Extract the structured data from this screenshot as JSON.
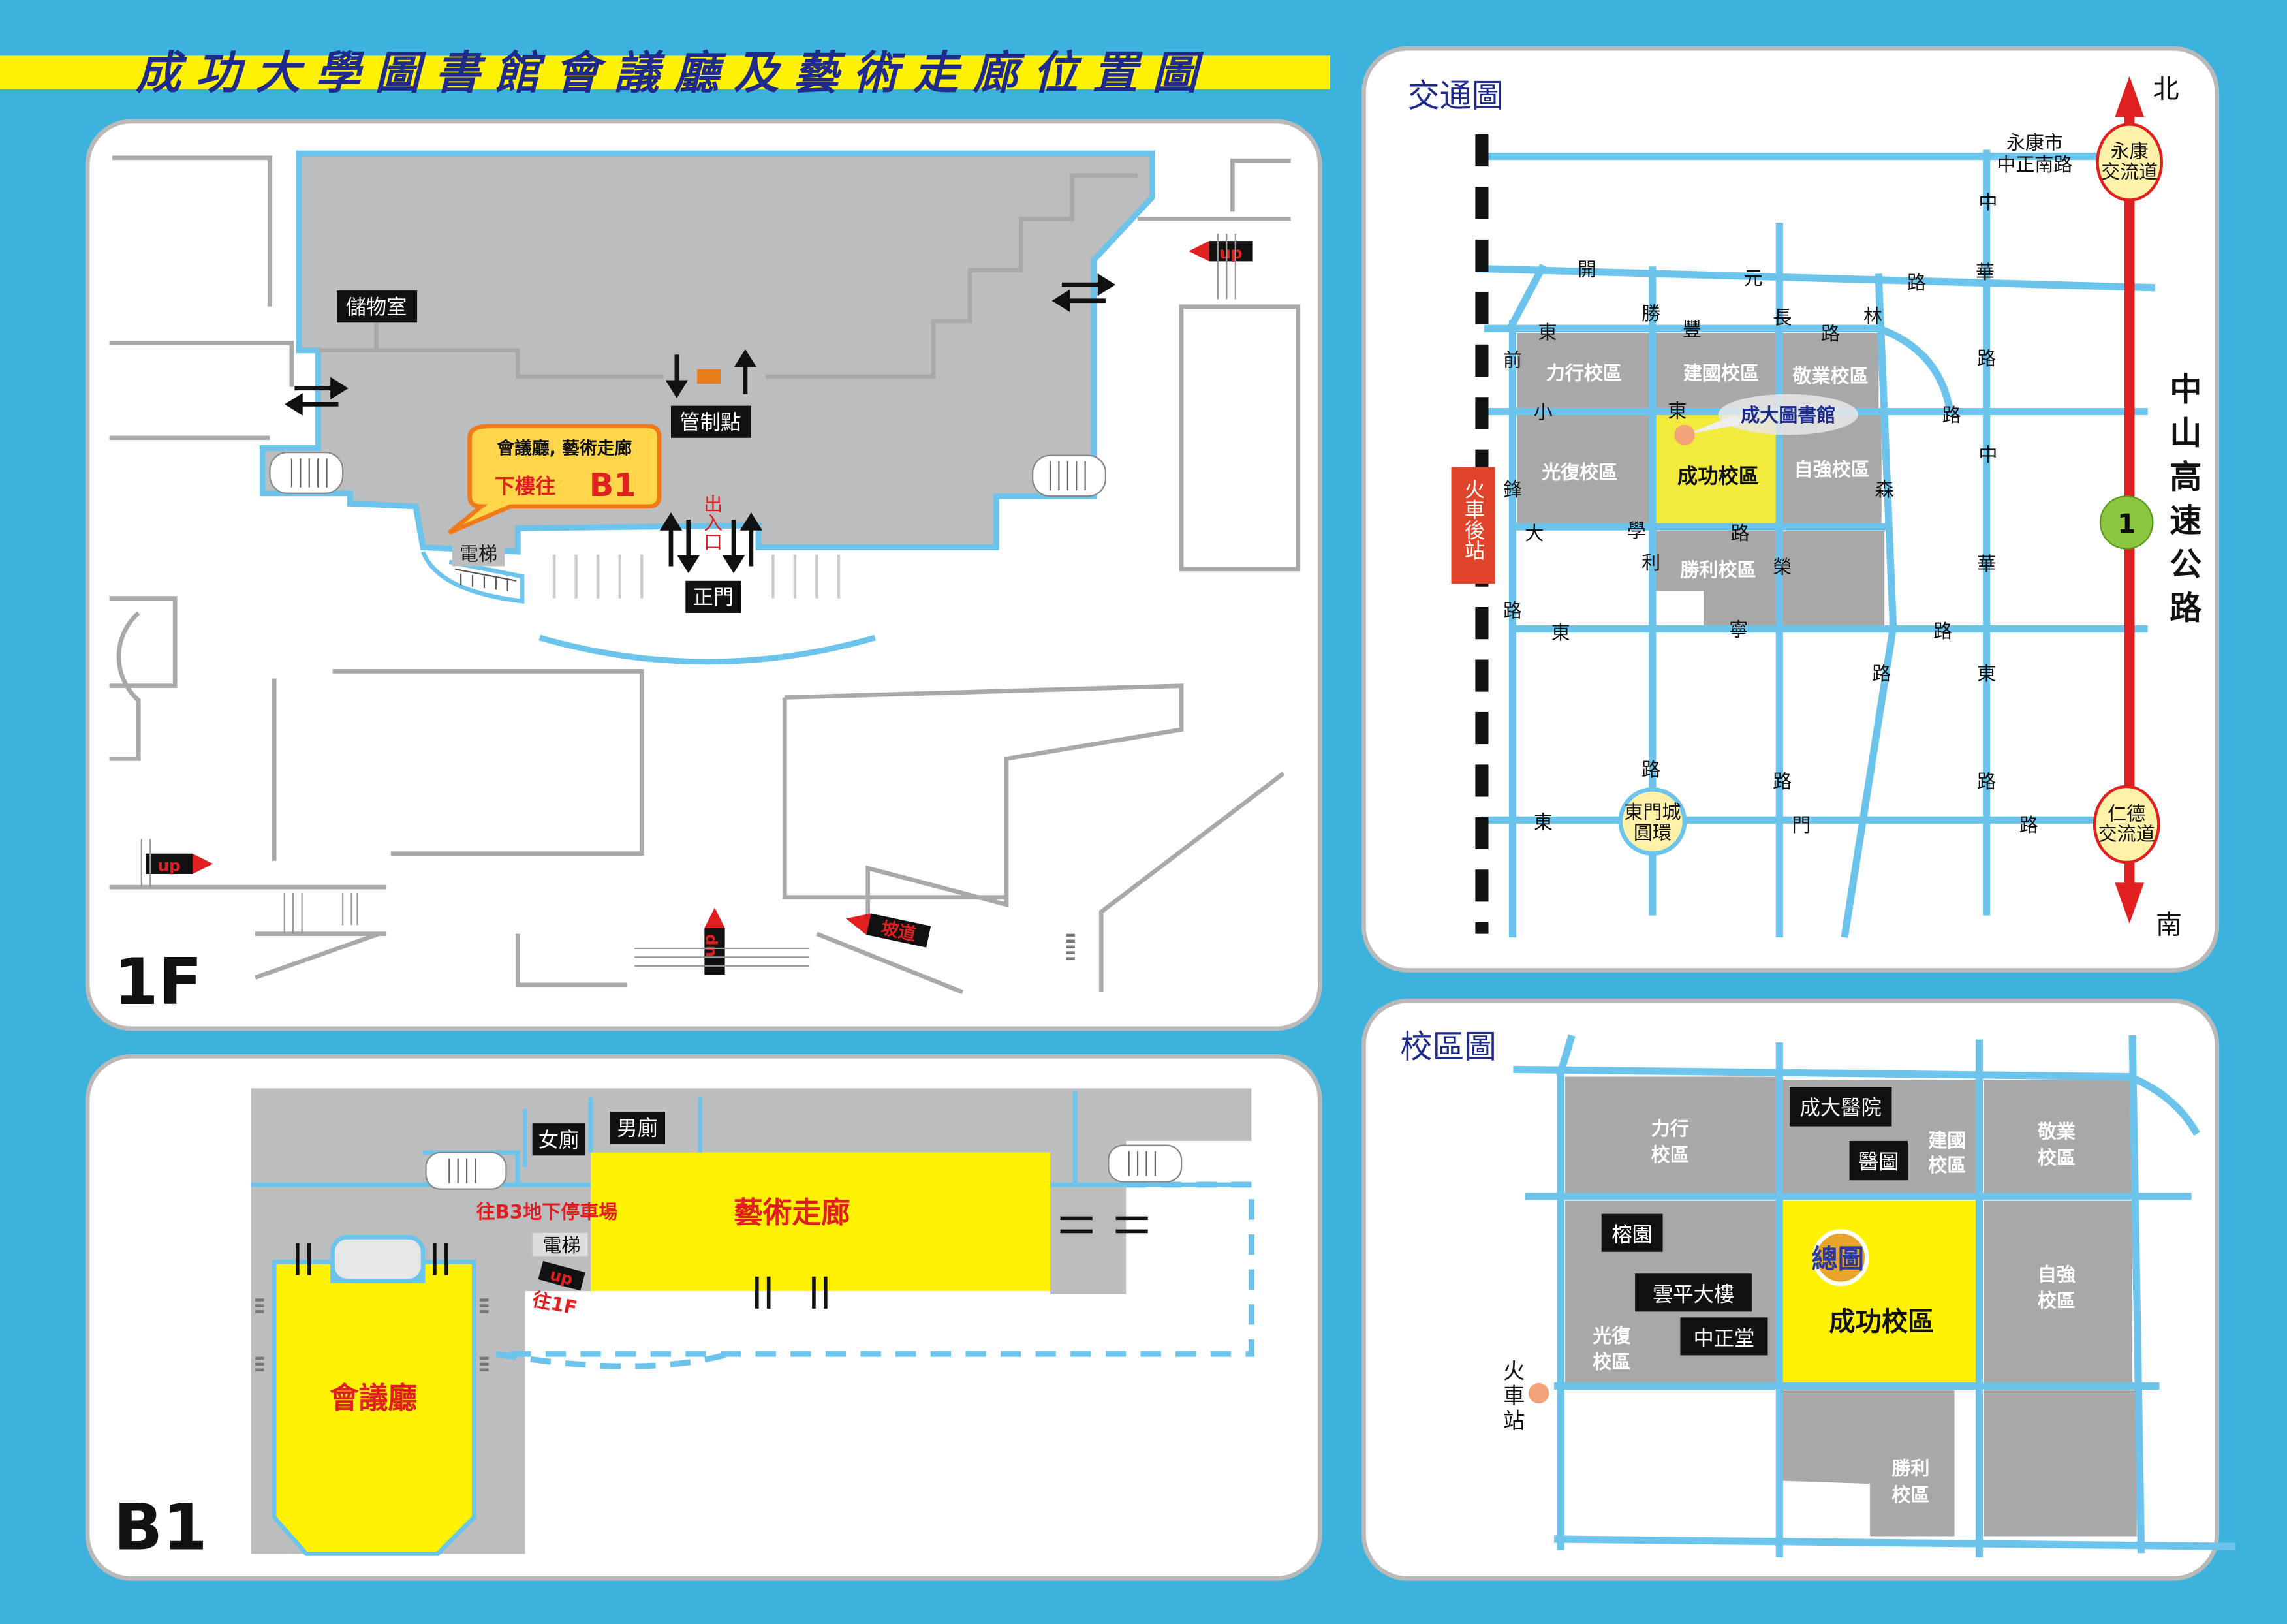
{
  "title": "成功大學圖書館會議廳及藝術走廊位置圖",
  "floor_1f": {
    "floor_label": "1F",
    "rooms": {
      "storage": "儲物室",
      "checkpoint": "管制點",
      "main_gate": "正門",
      "elevator": "電梯",
      "entrance": "出入口"
    },
    "callout": {
      "line1": "會議廳, 藝術走廊",
      "line2_prefix": "下樓往",
      "line2_floor": "B1"
    },
    "up_label": "up",
    "ramp_label": "坡道"
  },
  "floor_b1": {
    "floor_label": "B1",
    "rooms": {
      "womens_restroom": "女廁",
      "mens_restroom": "男廁",
      "art_gallery": "藝術走廊",
      "conference_hall": "會議廳",
      "elevator": "電梯"
    },
    "to_b3": "往B3地下停車場",
    "to_1f": "往1F",
    "up_label": "up"
  },
  "transit_map": {
    "title": "交通圖",
    "north": "北",
    "south": "南",
    "highway": "中山高速公路",
    "highway_number": "1",
    "yongkang_road": [
      "永康市",
      "中正南路"
    ],
    "yongkang_interchange": [
      "永康",
      "交流道"
    ],
    "rende_interchange": [
      "仁德",
      "交流道"
    ],
    "east_gate_roundabout": [
      "東門城",
      "圓環"
    ],
    "rear_station": "火車後站",
    "library": "成大圖書館",
    "campuses": [
      "力行校區",
      "建國校區",
      "敬業校區",
      "光復校區",
      "成功校區",
      "自強校區",
      "勝利校區"
    ],
    "road_chars": [
      "開",
      "元",
      "路",
      "華",
      "勝",
      "豐",
      "長",
      "路",
      "林",
      "東",
      "前",
      "路",
      "小",
      "東",
      "路",
      "中",
      "中",
      "鋒",
      "森",
      "大",
      "學",
      "路",
      "利",
      "榮",
      "華",
      "路",
      "東",
      "寧",
      "路",
      "路",
      "東",
      "路",
      "路",
      "路",
      "東",
      "門",
      "路"
    ]
  },
  "campus_map": {
    "title": "校區圖",
    "campuses": {
      "lixing": [
        "力行",
        "校區"
      ],
      "jianguo": [
        "建國",
        "校區"
      ],
      "jingye": [
        "敬業",
        "校區"
      ],
      "guangfu": [
        "光復",
        "校區"
      ],
      "chenggong": "成功校區",
      "ziqiang": [
        "自強",
        "校區"
      ],
      "shengli": [
        "勝利",
        "校區"
      ]
    },
    "buildings": {
      "hospital": "成大醫院",
      "medical_library": "醫圖",
      "banyan_garden": "榕園",
      "yunping": "雲平大樓",
      "zhongzheng_hall": "中正堂",
      "main_library": "總圖"
    },
    "train_station": [
      "火",
      "車",
      "站"
    ]
  }
}
